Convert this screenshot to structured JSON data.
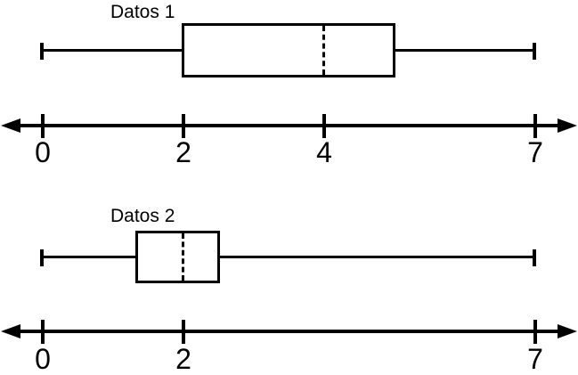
{
  "background": "#ffffff",
  "ink_color": "#000000",
  "chart_data": [
    {
      "type": "boxplot",
      "title": "Datos 1",
      "orientation": "horizontal",
      "median_style": "dashed",
      "five_number_summary": {
        "min": 0,
        "q1": 2,
        "median": 4,
        "q3": 5,
        "max": 7
      },
      "axis": {
        "range": [
          0,
          7
        ],
        "arrows_both_ends": true,
        "ticks": [
          {
            "value": 0,
            "label": "0"
          },
          {
            "value": 2,
            "label": "2"
          },
          {
            "value": 4,
            "label": "4"
          },
          {
            "value": 7,
            "label": "7"
          }
        ]
      }
    },
    {
      "type": "boxplot",
      "title": "Datos 2",
      "orientation": "horizontal",
      "median_style": "dashed",
      "five_number_summary": {
        "min": 0,
        "q1": 1.3,
        "median": 2,
        "q3": 2.5,
        "max": 7
      },
      "axis": {
        "range": [
          0,
          7
        ],
        "arrows_both_ends": true,
        "ticks": [
          {
            "value": 0,
            "label": "0"
          },
          {
            "value": 2,
            "label": "2"
          },
          {
            "value": 7,
            "label": "7"
          }
        ]
      }
    }
  ]
}
